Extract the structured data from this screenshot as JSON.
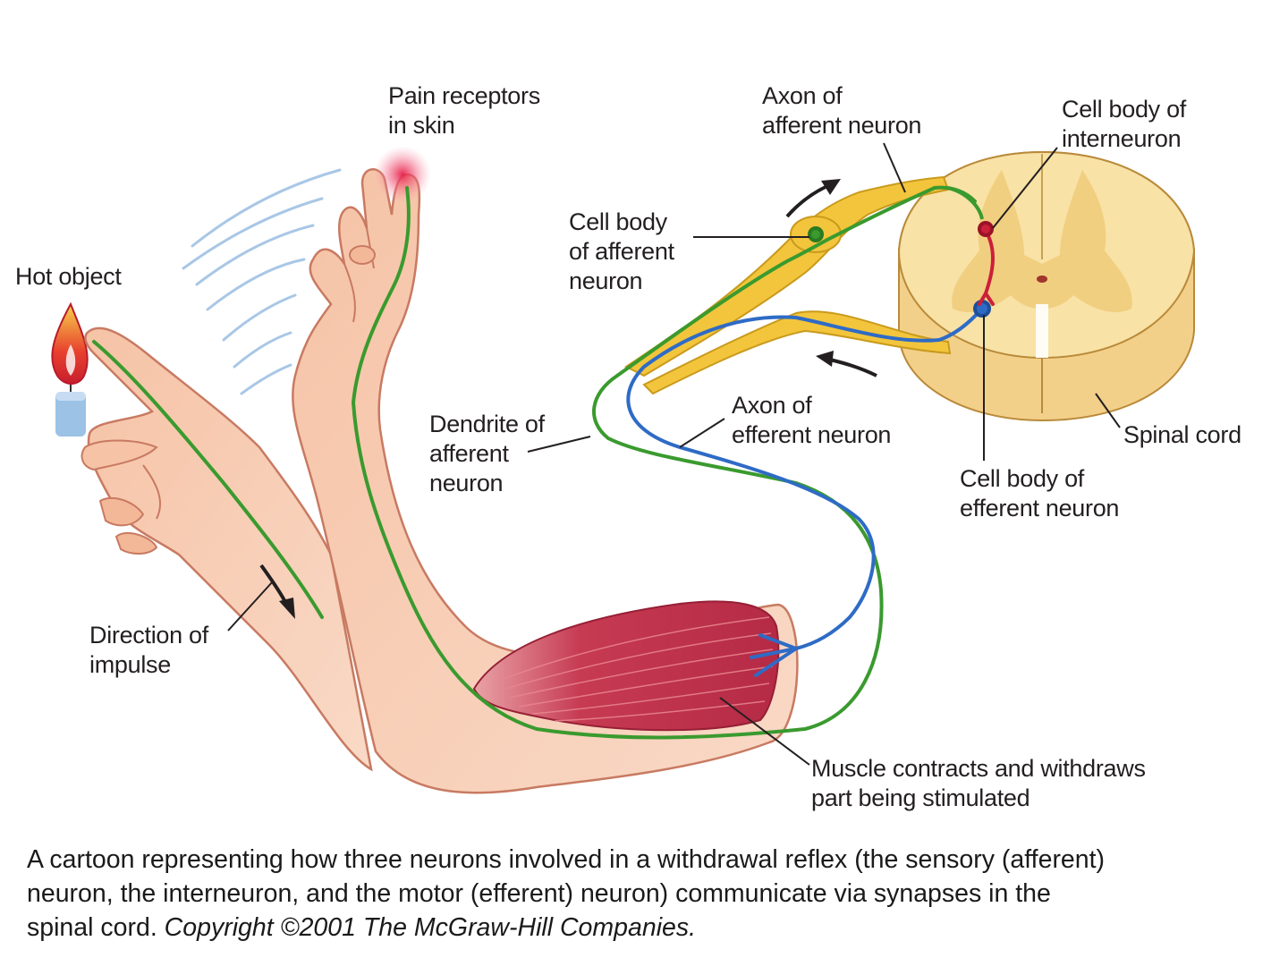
{
  "labels": {
    "pain_receptors": "Pain receptors\nin skin",
    "hot_object": "Hot object",
    "axon_afferent": "Axon of\nafferent neuron",
    "cell_body_interneuron": "Cell body of\ninterneuron",
    "cell_body_afferent": "Cell body\nof afferent\nneuron",
    "dendrite_afferent": "Dendrite of\nafferent\nneuron",
    "axon_efferent": "Axon of\nefferent neuron",
    "spinal_cord": "Spinal cord",
    "cell_body_efferent": "Cell body of\nefferent neuron",
    "direction_impulse": "Direction of\nimpulse",
    "muscle_contracts": "Muscle contracts and withdraws\npart being stimulated"
  },
  "caption": {
    "line1": "A cartoon representing how three neurons involved in a withdrawal reflex (the sensory (afferent)",
    "line2": "neuron, the interneuron, and the motor (efferent) neuron) communicate via synapses in the",
    "line3_plain": "spinal cord. ",
    "line3_italic": "Copyright ©2001 The McGraw-Hill Companies."
  },
  "colors": {
    "skin": "#f6c3a6",
    "skin_shadow": "#e79b7e",
    "afferent_neuron": "#3a9a2e",
    "efferent_neuron": "#2e6bc6",
    "interneuron": "#cc1f3a",
    "spinal_cord": "#f8e2a6",
    "gray_matter": "#f0cd7c",
    "nerve_root": "#f2c53c",
    "muscle": "#c63a52",
    "flame": "#d8262e",
    "candle": "#9cc2e6"
  }
}
